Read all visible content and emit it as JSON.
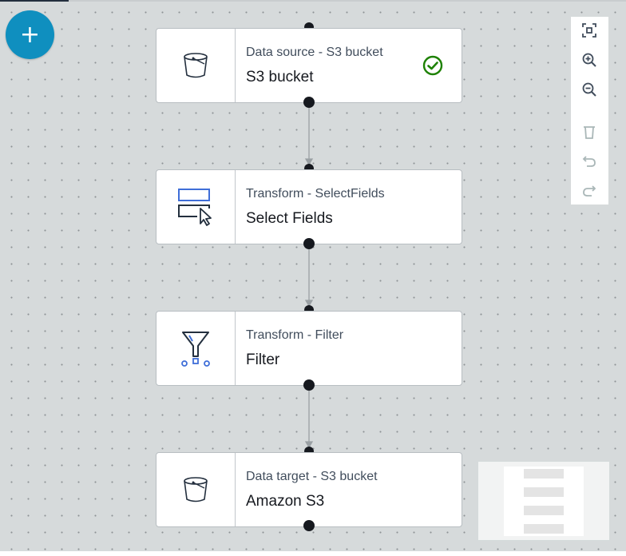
{
  "add_button": {
    "label": "+",
    "icon": "plus-icon"
  },
  "nodes": [
    {
      "type": "Data source - S3 bucket",
      "name": "S3 bucket",
      "icon": "s3-bucket-icon",
      "status": "success"
    },
    {
      "type": "Transform - SelectFields",
      "name": "Select Fields",
      "icon": "select-fields-icon"
    },
    {
      "type": "Transform - Filter",
      "name": "Filter",
      "icon": "filter-icon"
    },
    {
      "type": "Data target - S3 bucket",
      "name": "Amazon S3",
      "icon": "s3-bucket-icon"
    }
  ],
  "toolbar": {
    "tools": [
      "fit-to-screen-icon",
      "zoom-in-icon",
      "zoom-out-icon",
      "delete-icon",
      "undo-icon",
      "redo-icon"
    ]
  },
  "colors": {
    "accent": "#0f8fbf",
    "success": "#1d8102",
    "canvas": "#d6dadb",
    "node_text": "#16191f",
    "transform_icon": "#3f6ed8"
  }
}
